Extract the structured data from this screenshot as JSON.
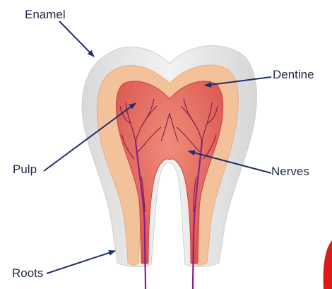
{
  "labels": {
    "enamel": "Enamel",
    "dentine": "Dentine",
    "pulp": "Pulp",
    "nerves": "Nerves",
    "roots": "Roots"
  },
  "colors": {
    "enamel": "#e4e4e4",
    "enamel_edge": "#cfcfcf",
    "dentine": "#f3c29a",
    "pulp": "#e0615a",
    "nerve": "#7a1b3f",
    "nerve_trunk": "#8b1e8a",
    "arrow": "#1f2f6e",
    "text": "#1f2a44",
    "accent_red": "#e01818"
  }
}
